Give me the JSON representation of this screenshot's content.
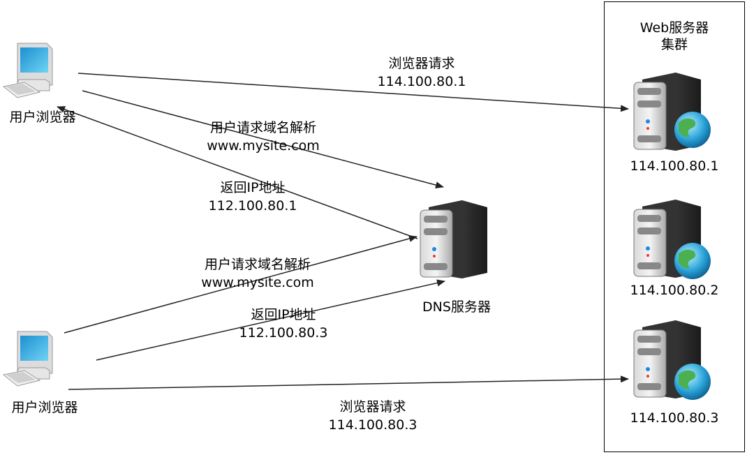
{
  "cluster": {
    "title_line1": "Web服务器",
    "title_line2": "集群"
  },
  "clients": [
    {
      "label": "用户浏览器"
    },
    {
      "label": "用户浏览器"
    }
  ],
  "dns": {
    "label": "DNS服务器"
  },
  "web_servers": [
    {
      "ip": "114.100.80.1"
    },
    {
      "ip": "114.100.80.2"
    },
    {
      "ip": "114.100.80.3"
    }
  ],
  "arrows": {
    "top_browser_request": {
      "line1": "浏览器请求",
      "line2": "114.100.80.1"
    },
    "top_dns_query": {
      "line1": "用户请求域名解析",
      "line2": "www.mysite.com"
    },
    "top_dns_reply": {
      "line1": "返回IP地址",
      "line2": "112.100.80.1"
    },
    "bottom_dns_query": {
      "line1": "用户请求域名解析",
      "line2": "www.mysite.com"
    },
    "bottom_dns_reply": {
      "line1": "返回IP地址",
      "line2": "112.100.80.3"
    },
    "bottom_browser_request": {
      "line1": "浏览器请求",
      "line2": "114.100.80.3"
    }
  }
}
